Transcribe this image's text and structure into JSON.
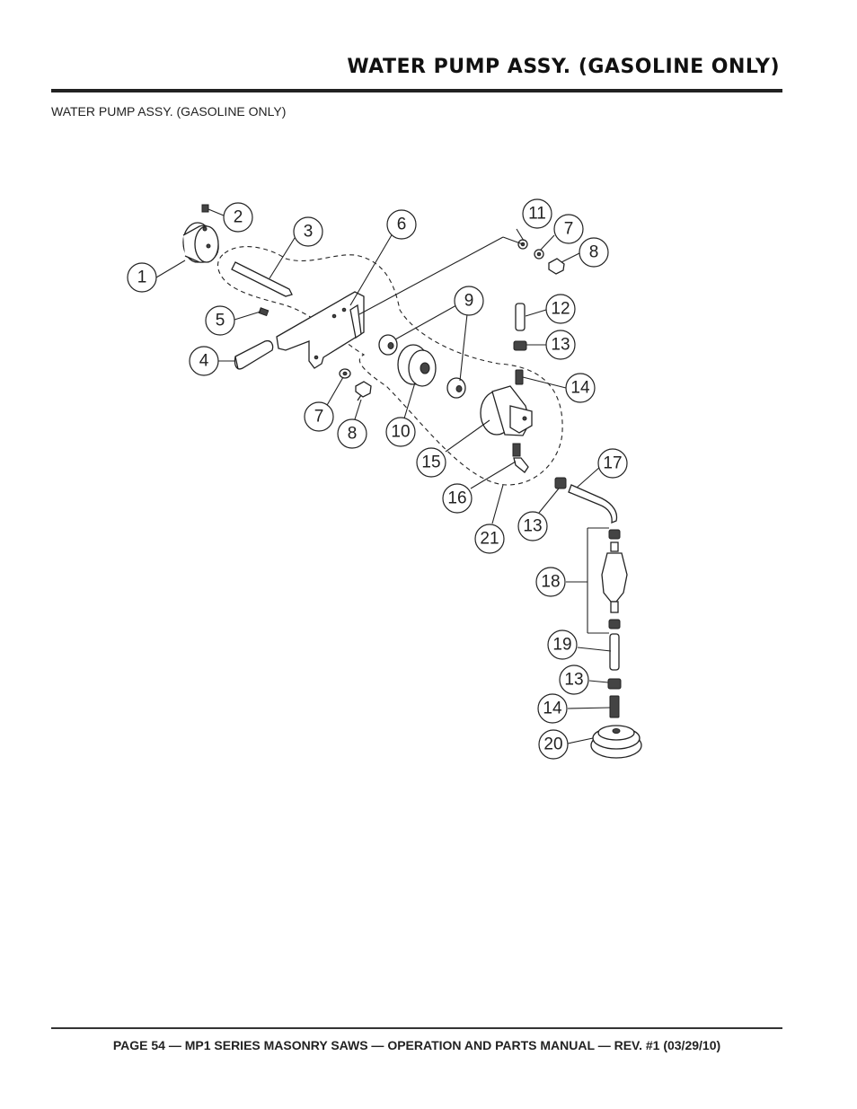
{
  "header": {
    "title": "WATER PUMP ASSY.  (GASOLINE ONLY)",
    "subtitle": "WATER PUMP ASSY. (GASOLINE ONLY)"
  },
  "callouts": {
    "c1": "1",
    "c2": "2",
    "c3": "3",
    "c4": "4",
    "c5": "5",
    "c6": "6",
    "c7a": "7",
    "c7b": "7",
    "c8a": "8",
    "c8b": "8",
    "c9": "9",
    "c10": "10",
    "c11": "11",
    "c12": "12",
    "c13a": "13",
    "c13b": "13",
    "c13c": "13",
    "c14a": "14",
    "c14b": "14",
    "c15": "15",
    "c16": "16",
    "c17": "17",
    "c18": "18",
    "c19": "19",
    "c20": "20",
    "c21": "21"
  },
  "footer": {
    "text": "PAGE 54 — MP1 SERIES MASONRY SAWS — OPERATION AND PARTS MANUAL — REV. #1  (03/29/10)"
  }
}
